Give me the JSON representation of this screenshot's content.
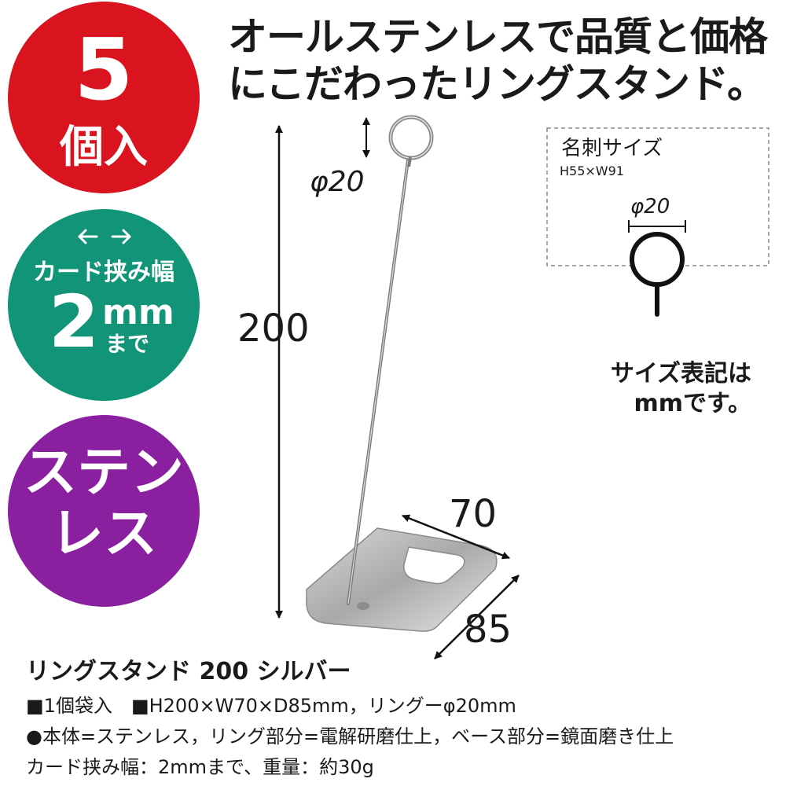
{
  "badges": {
    "count": {
      "number": "5",
      "unit": "個入"
    },
    "card_width": {
      "label": "カード挟み幅",
      "value": "2",
      "unit": "mm",
      "suffix": "まで"
    },
    "material": {
      "line1": "ステン",
      "line2": "レス"
    }
  },
  "headline": {
    "line1": "オールステンレスで品質と価格",
    "line2": "にこだわったリングスタンド。"
  },
  "diagram": {
    "ring_dim": "φ20",
    "height_dim": "200",
    "width_dim": "70",
    "depth_dim": "85"
  },
  "card_box": {
    "title": "名刺サイズ",
    "size": "H55×W91",
    "ring_dim": "φ20"
  },
  "size_note": {
    "line1": "サイズ表記は",
    "line2": "mmです。"
  },
  "specs": {
    "product_name": "リングスタンド 200 シルバー",
    "line1": "■1個袋入　■H200×W70×D85mm，リングーφ20mm",
    "line2": "●本体=ステンレス，リング部分=電解研磨仕上，ベース部分=鏡面磨き仕上",
    "line3": "カード挟み幅：2mmまで、重量：約30g"
  },
  "colors": {
    "red": "#d9141e",
    "green": "#129478",
    "purple": "#8a1fa0",
    "text": "#1a1a1a"
  }
}
